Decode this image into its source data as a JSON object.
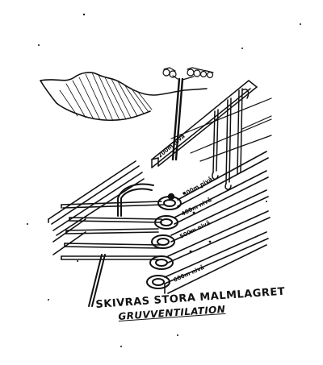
{
  "title": "SKIVRAS STORA MALMLAGRET",
  "subtitle": "GRUVVENTILATION",
  "levels": [
    "200m nivå",
    "300m nivå",
    "400m nivå",
    "500m nivå",
    "600m nivå"
  ],
  "colors": {
    "ink": "#111111",
    "paper": "#ffffff"
  }
}
